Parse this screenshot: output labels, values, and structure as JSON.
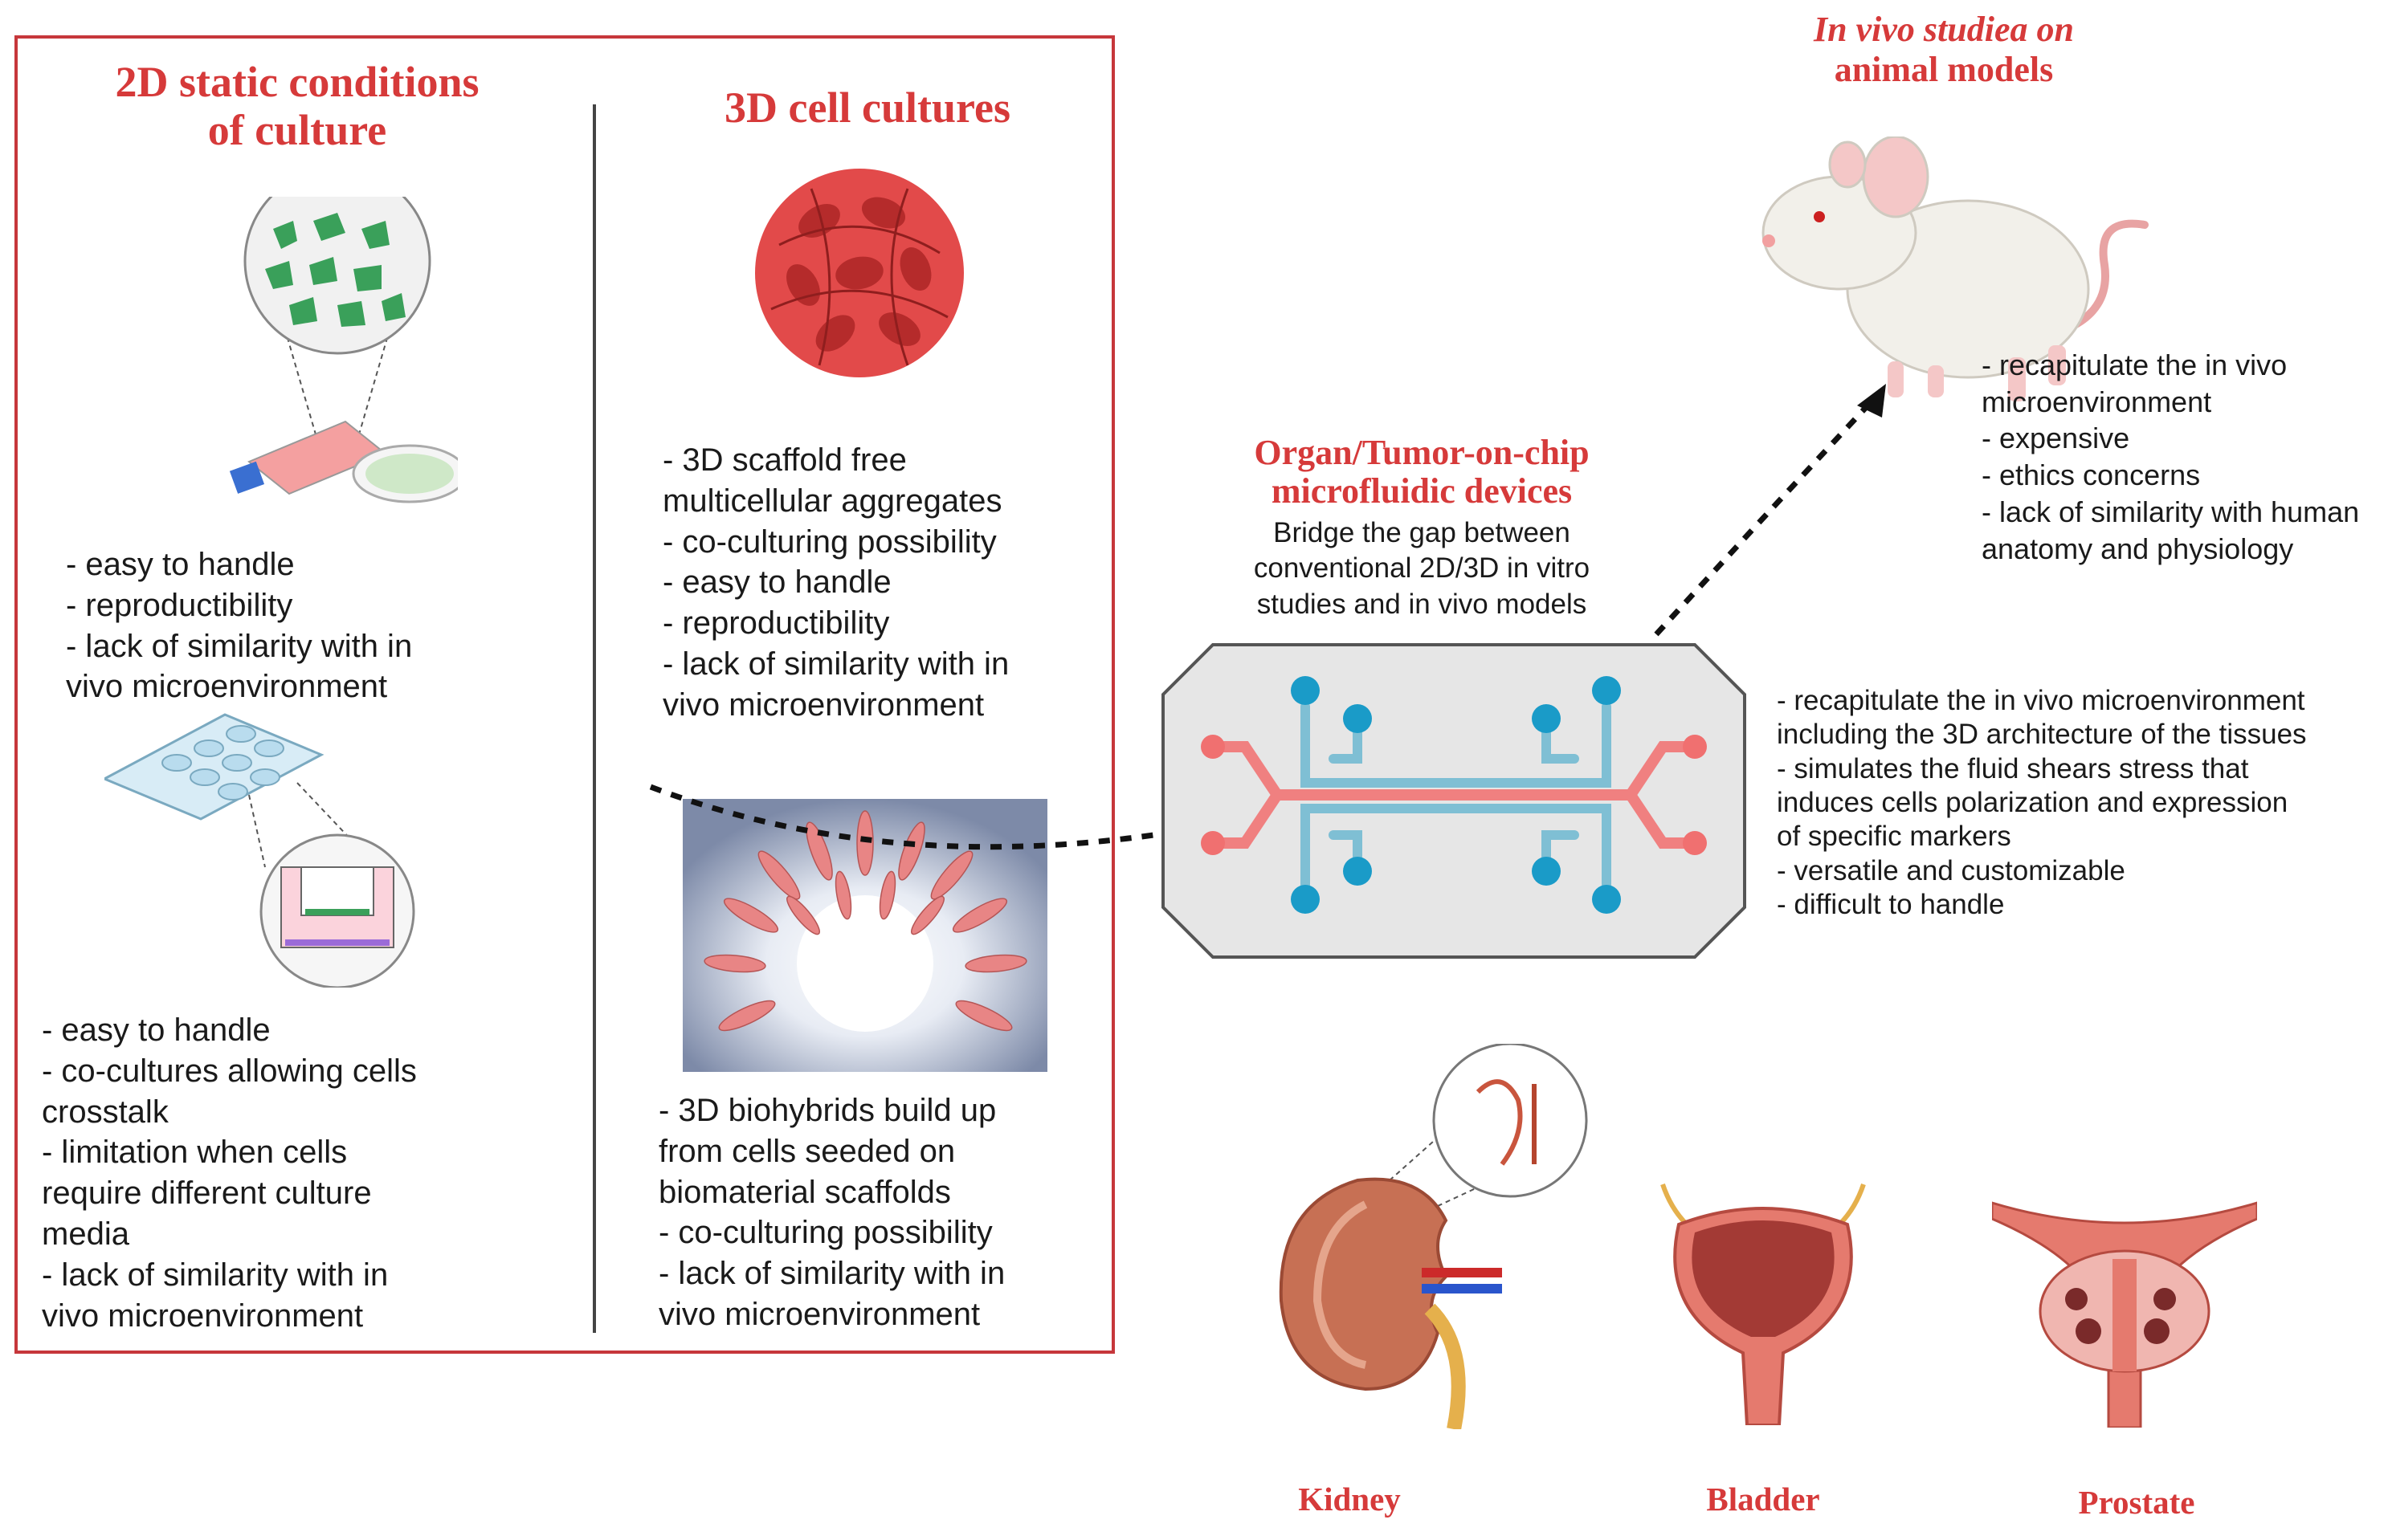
{
  "panel_2d": {
    "title_line1": "2D  static conditions",
    "title_line2": "of culture",
    "list_a": "- easy to handle\n- reproductibility\n- lack of similarity with in\nvivo microenvironment",
    "list_b": "- easy to handle\n- co-cultures allowing cells\ncrosstalk\n- limitation when cells\nrequire different culture\nmedia\n- lack of similarity with in\nvivo microenvironment"
  },
  "panel_3d": {
    "title": "3D cell cultures",
    "list_a": "- 3D scaffold free\nmulticellular aggregates\n- co-culturing possibility\n- easy to handle\n- reproductibility\n- lack of similarity with in\nvivo microenvironment",
    "list_b": "- 3D biohybrids build up\nfrom cells seeded on\nbiomaterial scaffolds\n- co-culturing possibility\n- lack of similarity with in\nvivo microenvironment"
  },
  "in_vivo": {
    "title_line1": "In vivo studiea on",
    "title_line2": "animal models",
    "list": "- recapitulate the in vivo\nmicroenvironment\n- expensive\n- ethics concerns\n- lack of similarity with human\nanatomy and physiology"
  },
  "organ_chip": {
    "title_line1": "Organ/Tumor-on-chip",
    "title_line2": "microfluidic devices",
    "subtitle": "Bridge the gap between\nconventional 2D/3D in vitro\nstudies and in vivo models",
    "list": "- recapitulate the in vivo microenvironment\nincluding the 3D architecture of the tissues\n- simulates the fluid shears stress that\ninduces cells polarization and expression\nof specific markers\n- versatile and customizable\n- difficult to handle"
  },
  "organs": {
    "kidney": "Kidney",
    "bladder": "Bladder",
    "prostate": "Prostate"
  },
  "colors": {
    "accent_red": "#d63a3a",
    "cell_green": "#3aa05a",
    "chip_red": "#f08080",
    "chip_blue": "#7fbfd4",
    "port_blue": "#1a9bc8"
  }
}
